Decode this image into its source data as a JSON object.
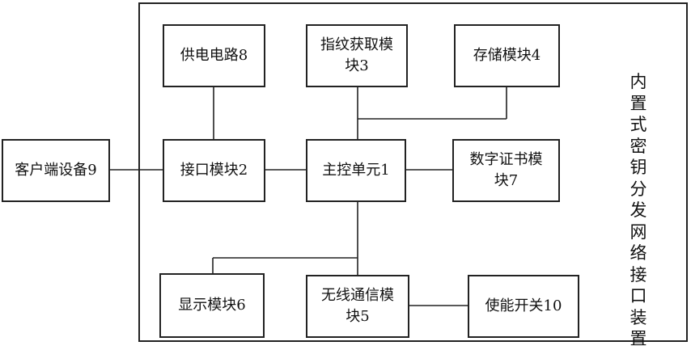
{
  "device_title": "内置式密钥分发网络接口装置",
  "boxes": {
    "power": "供电电路8",
    "fingerprint_line1": "指纹获取模",
    "fingerprint_line2": "块3",
    "storage": "存储模块4",
    "client": "客户端设备9",
    "interface": "接口模块2",
    "main_control": "主控单元1",
    "certificate_line1": "数字证书模",
    "certificate_line2": "块7",
    "display": "显示模块6",
    "wireless_line1": "无线通信模",
    "wireless_line2": "块5",
    "enable_switch": "使能开关10"
  }
}
